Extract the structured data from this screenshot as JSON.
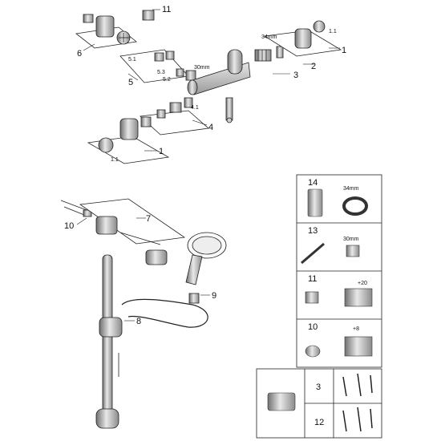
{
  "callouts": {
    "c1_top": "1",
    "c1_1_top": "1.1",
    "c2": "2",
    "c3": "3",
    "c4": "4",
    "c4_1": "4.1",
    "c5": "5",
    "c5_1": "5.1",
    "c5_2": "5.2",
    "c5_3": "5.3",
    "c6": "6",
    "c11": "11",
    "c1_bottom": "1",
    "c1_1_bottom": "1.1",
    "c7": "7",
    "c8": "8",
    "c9": "9",
    "c10": "10"
  },
  "dims": {
    "d34_top": "34mm",
    "d30_top": "30mm"
  },
  "parts_table": {
    "rows": [
      {
        "ref": "14",
        "dim": "34mm"
      },
      {
        "ref": "13",
        "dim": "30mm"
      },
      {
        "ref": "11",
        "dim": "+20"
      },
      {
        "ref": "10",
        "dim": "+8"
      }
    ],
    "kit_refs": [
      "3",
      "12"
    ]
  }
}
